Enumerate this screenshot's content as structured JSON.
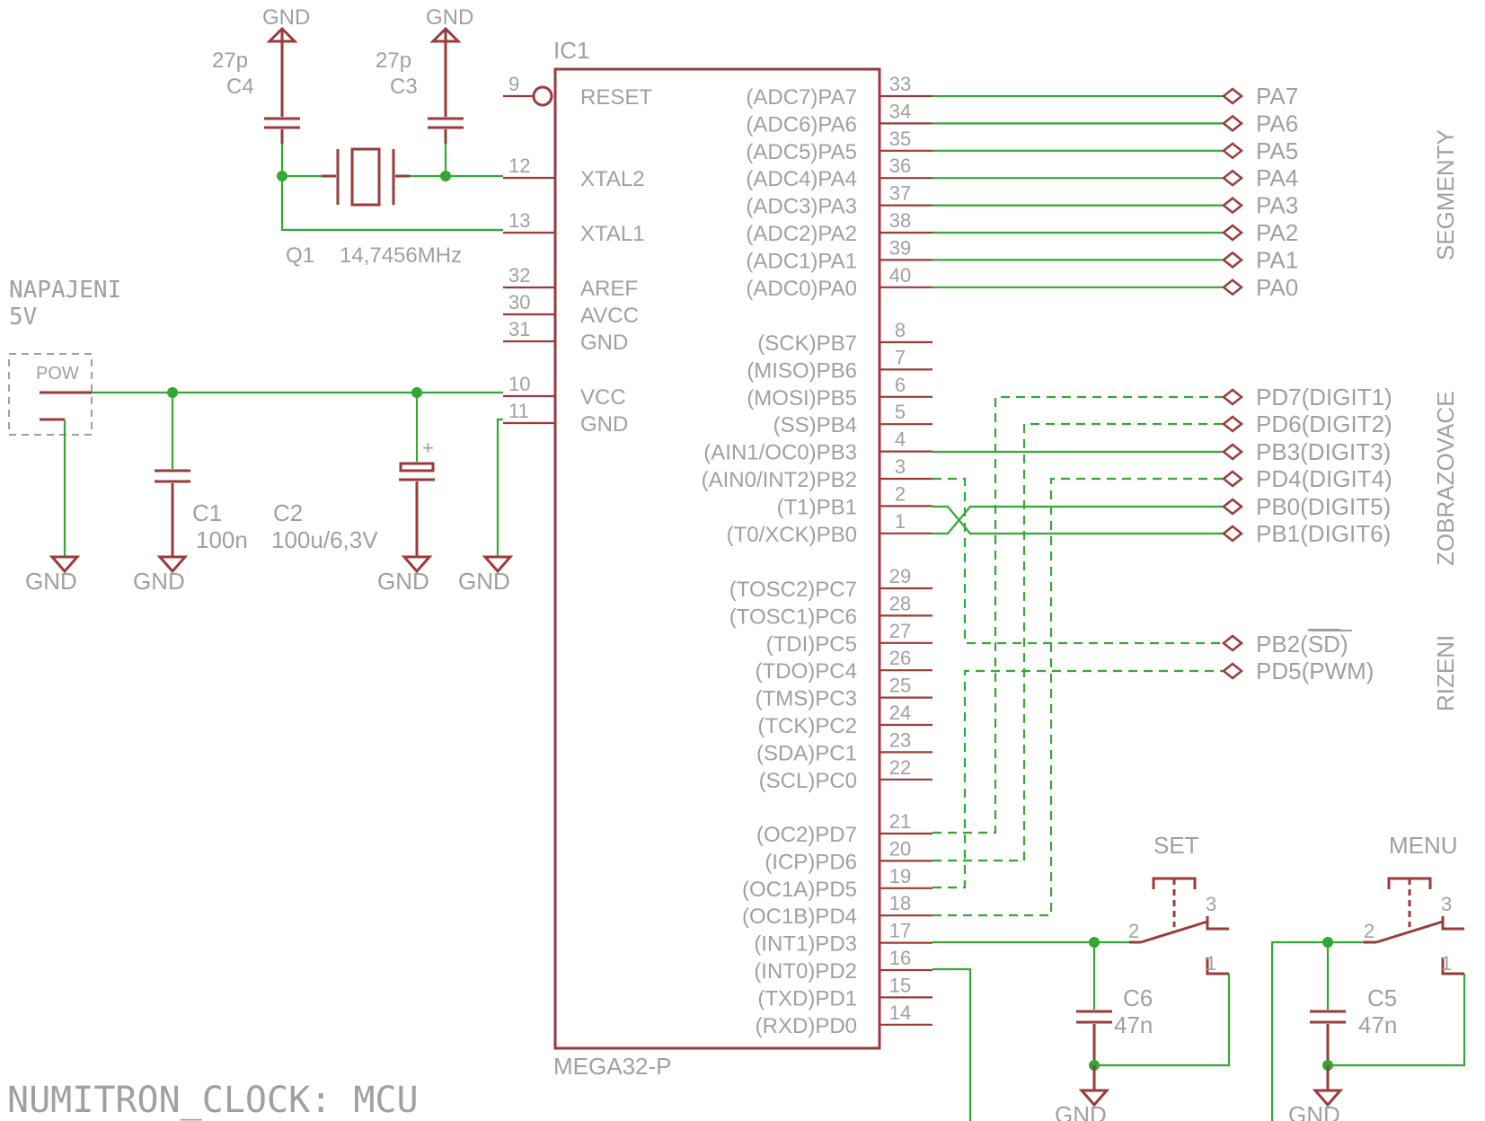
{
  "ic": {
    "ref": "IC1",
    "value": "MEGA32-P",
    "left_pins": [
      {
        "num": "9",
        "name": "RESET"
      },
      {
        "num": "12",
        "name": "XTAL2"
      },
      {
        "num": "13",
        "name": "XTAL1"
      },
      {
        "num": "32",
        "name": "AREF"
      },
      {
        "num": "30",
        "name": "AVCC"
      },
      {
        "num": "31",
        "name": "GND"
      },
      {
        "num": "10",
        "name": "VCC"
      },
      {
        "num": "11",
        "name": "GND"
      }
    ],
    "right_pins": [
      {
        "num": "33",
        "name": "(ADC7)PA7"
      },
      {
        "num": "34",
        "name": "(ADC6)PA6"
      },
      {
        "num": "35",
        "name": "(ADC5)PA5"
      },
      {
        "num": "36",
        "name": "(ADC4)PA4"
      },
      {
        "num": "37",
        "name": "(ADC3)PA3"
      },
      {
        "num": "38",
        "name": "(ADC2)PA2"
      },
      {
        "num": "39",
        "name": "(ADC1)PA1"
      },
      {
        "num": "40",
        "name": "(ADC0)PA0"
      },
      {
        "num": "8",
        "name": "(SCK)PB7"
      },
      {
        "num": "7",
        "name": "(MISO)PB6"
      },
      {
        "num": "6",
        "name": "(MOSI)PB5"
      },
      {
        "num": "5",
        "name": "(SS)PB4"
      },
      {
        "num": "4",
        "name": "(AIN1/OC0)PB3"
      },
      {
        "num": "3",
        "name": "(AIN0/INT2)PB2"
      },
      {
        "num": "2",
        "name": "(T1)PB1"
      },
      {
        "num": "1",
        "name": "(T0/XCK)PB0"
      },
      {
        "num": "29",
        "name": "(TOSC2)PC7"
      },
      {
        "num": "28",
        "name": "(TOSC1)PC6"
      },
      {
        "num": "27",
        "name": "(TDI)PC5"
      },
      {
        "num": "26",
        "name": "(TDO)PC4"
      },
      {
        "num": "25",
        "name": "(TMS)PC3"
      },
      {
        "num": "24",
        "name": "(TCK)PC2"
      },
      {
        "num": "23",
        "name": "(SDA)PC1"
      },
      {
        "num": "22",
        "name": "(SCL)PC0"
      },
      {
        "num": "21",
        "name": "(OC2)PD7"
      },
      {
        "num": "20",
        "name": "(ICP)PD6"
      },
      {
        "num": "19",
        "name": "(OC1A)PD5"
      },
      {
        "num": "18",
        "name": "(OC1B)PD4"
      },
      {
        "num": "17",
        "name": "(INT1)PD3"
      },
      {
        "num": "16",
        "name": "(INT0)PD2"
      },
      {
        "num": "15",
        "name": "(TXD)PD1"
      },
      {
        "num": "14",
        "name": "(RXD)PD0"
      }
    ]
  },
  "ports": {
    "segment": [
      "PA7",
      "PA6",
      "PA5",
      "PA4",
      "PA3",
      "PA2",
      "PA1",
      "PA0"
    ],
    "display": [
      "PD7(DIGIT1)",
      "PD6(DIGIT2)",
      "PB3(DIGIT3)",
      "PD4(DIGIT4)",
      "PB0(DIGIT5)",
      "PB1(DIGIT6)"
    ],
    "control_sd_prefix": "PB2(",
    "control_sd_over": "SD",
    "control_sd_suffix": ")",
    "control_pwm": "PD5(PWM)"
  },
  "groups": {
    "segmenty": "SEGMENTY",
    "zobrazovace": "ZOBRAZOVACE",
    "rizeni": "RIZENI"
  },
  "components": {
    "c4": {
      "ref": "C4",
      "value": "27p"
    },
    "c3": {
      "ref": "C3",
      "value": "27p"
    },
    "q1": {
      "ref": "Q1",
      "value": "14,7456MHz"
    },
    "c1": {
      "ref": "C1",
      "value": "100n"
    },
    "c2": {
      "ref": "C2",
      "value": "100u/6,3V",
      "plus": "+"
    },
    "c6": {
      "ref": "C6",
      "value": "47n"
    },
    "c5": {
      "ref": "C5",
      "value": "47n"
    },
    "pow": "POW",
    "set": {
      "ref": "SET",
      "pin1": "1",
      "pin2": "2",
      "pin3": "3"
    },
    "menu": {
      "ref": "MENU",
      "pin1": "1",
      "pin2": "2",
      "pin3": "3"
    }
  },
  "power": {
    "line1": "NAPAJENI",
    "line2": "5V"
  },
  "gnd": "GND",
  "title": "NUMITRON_CLOCK: MCU"
}
